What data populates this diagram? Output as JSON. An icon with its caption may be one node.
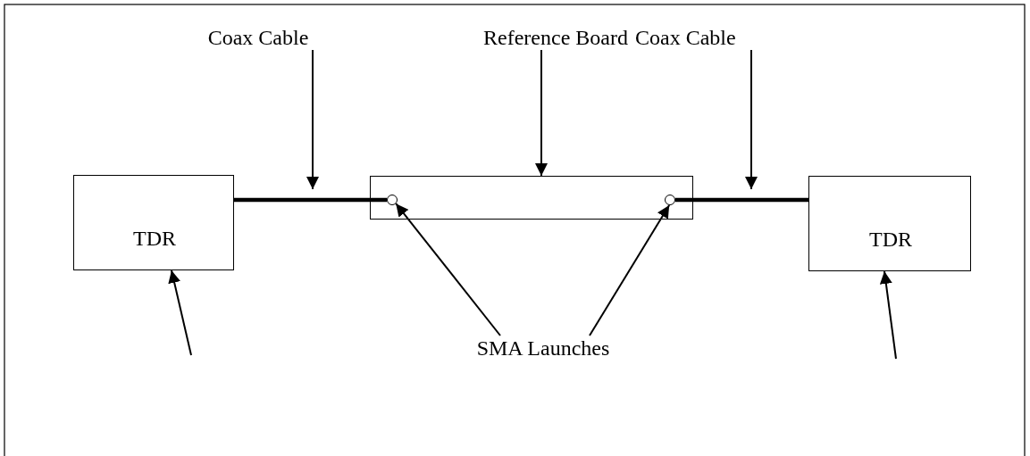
{
  "diagram": {
    "nodes": [
      {
        "text": [
          "TDR"
        ]
      },
      {
        "text": [
          "Coax Cable"
        ]
      },
      {
        "text": [
          "Reference Board"
        ]
      },
      {
        "text": [],
        "shape": "box"
      },
      {
        "text": [],
        "shape": "circle",
        "in": 3
      },
      {
        "text": [],
        "shape": "circle",
        "in": 3
      },
      {
        "text": [
          "Coax Cable"
        ]
      },
      {
        "text": [
          "TDR"
        ]
      },
      {
        "text": [
          "SMA Launches"
        ]
      }
    ],
    "edges": [
      {
        "from": 0,
        "to": 4,
        "arrow": "none",
        "style": "thick"
      },
      {
        "from": 5,
        "to": 7,
        "arrow": "none",
        "style": "thick"
      },
      {
        "from": 1,
        "to": null,
        "arrow": "to"
      },
      {
        "from": 2,
        "to": 3,
        "arrow": "to"
      },
      {
        "from": 6,
        "to": null,
        "arrow": "to"
      },
      {
        "from": 8,
        "to": 4,
        "arrow": "to"
      },
      {
        "from": 8,
        "to": 5,
        "arrow": "to"
      },
      {
        "from": null,
        "to": 0,
        "arrow": "to"
      },
      {
        "from": null,
        "to": 7,
        "arrow": "to"
      }
    ]
  }
}
